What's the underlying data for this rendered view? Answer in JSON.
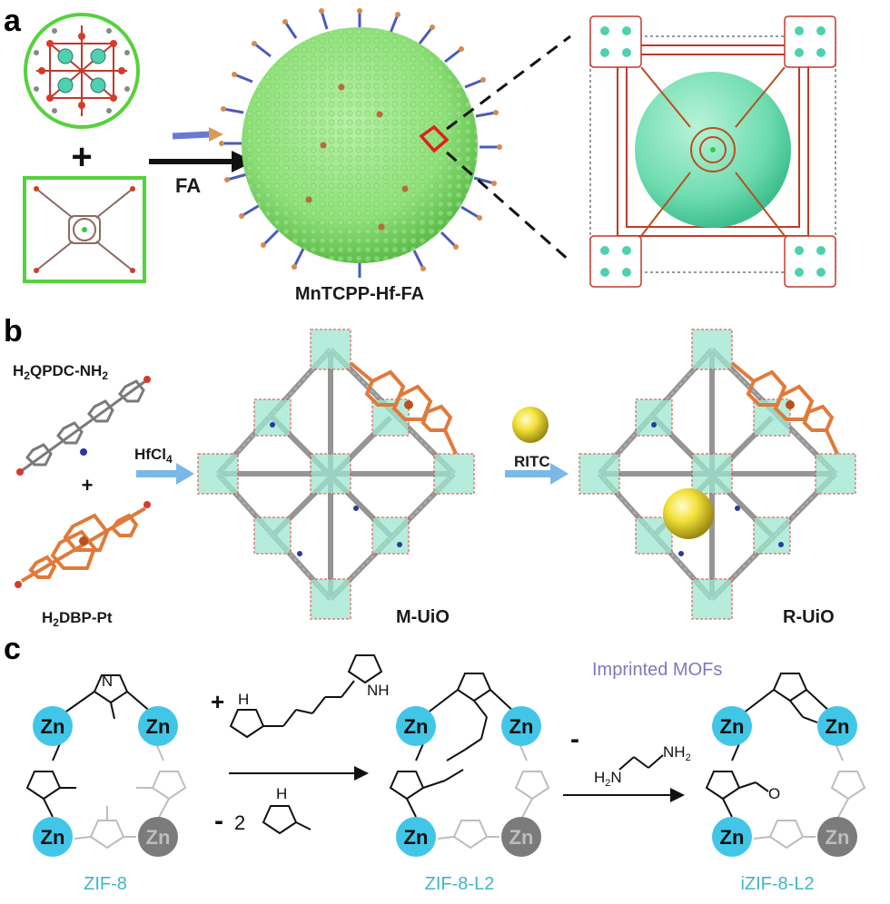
{
  "panel_a": {
    "letter": "a",
    "arrow_label": "FA",
    "product_label": "MnTCPP-Hf-FA"
  },
  "panel_b": {
    "letter": "b",
    "linker_top": {
      "main": "H",
      "sub": "2",
      "rest": "QPDC-NH",
      "sub2": "2"
    },
    "plus": "+",
    "linker_bottom": {
      "main": "H",
      "sub": "2",
      "rest": "DBP-Pt"
    },
    "reagent_1": {
      "main": "HfCl",
      "sub": "4"
    },
    "mof_1": "M-UiO",
    "reagent_2": "RITC",
    "mof_2": "R-UiO"
  },
  "panel_c": {
    "letter": "c",
    "zn": "Zn",
    "plus": "+",
    "minus_coeff": "2",
    "minus": "-",
    "imprinted_label": "Imprinted MOFs",
    "amine_label": {
      "left": "H",
      "left_sub": "2",
      "left_rest": "N",
      "right": "NH",
      "right_sub": "2"
    },
    "nh_label": "NH",
    "h_label": "H",
    "n_label": "N",
    "o_label": "O",
    "name_1": "ZIF-8",
    "name_2": "ZIF-8-L2",
    "name_3": "iZIF-8-L2"
  },
  "colors": {
    "green_ring": "#55d23c",
    "sphere_green": "#8fe07a",
    "sphere_dark": "#55b848",
    "orange_linker": "#e07a3a",
    "mof_grey": "#8a8a8a",
    "cluster_teal": "#9ee6cf",
    "arrow_blue": "#7ab8e8",
    "zn_cyan": "#42c6e8",
    "zn_grey": "#7b7b7b",
    "label_cyan": "#3fb6c6",
    "label_purple": "#7d78c0",
    "red_marker": "#e02020"
  }
}
